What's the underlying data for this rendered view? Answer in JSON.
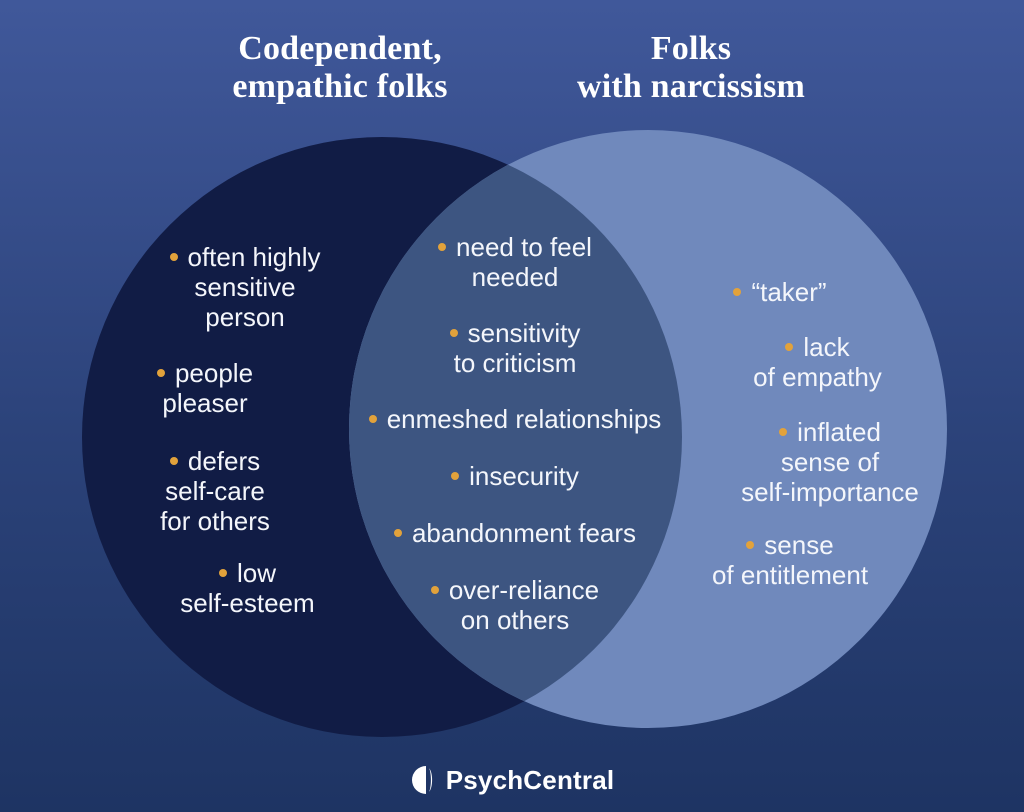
{
  "palette": {
    "background_top": "#40589A",
    "background_bottom": "#1E3463",
    "left_circle": "#111C45",
    "right_circle": "#7089BC",
    "overlap": "#3D5581",
    "bullet": "#E2A23B",
    "item_text": "#F4F6FB",
    "title_text": "#FFFFFF"
  },
  "titles": {
    "left": "Codependent,\nempathic folks",
    "right": "Folks\nwith narcissism"
  },
  "venn": {
    "left": {
      "items": [
        "often highly\nsensitive\nperson",
        "people\npleaser",
        "defers\nself-care\nfor others",
        "low\nself-esteem"
      ]
    },
    "middle": {
      "items": [
        "need to feel\nneeded",
        "sensitivity\nto criticism",
        "enmeshed relationships",
        "insecurity",
        "abandonment fears",
        "over-reliance\non others"
      ]
    },
    "right": {
      "items": [
        "“taker”",
        "lack\nof empathy",
        "inflated\nsense of\nself-importance",
        "sense\nof entitlement"
      ]
    }
  },
  "footer": {
    "brand": "PsychCentral"
  }
}
